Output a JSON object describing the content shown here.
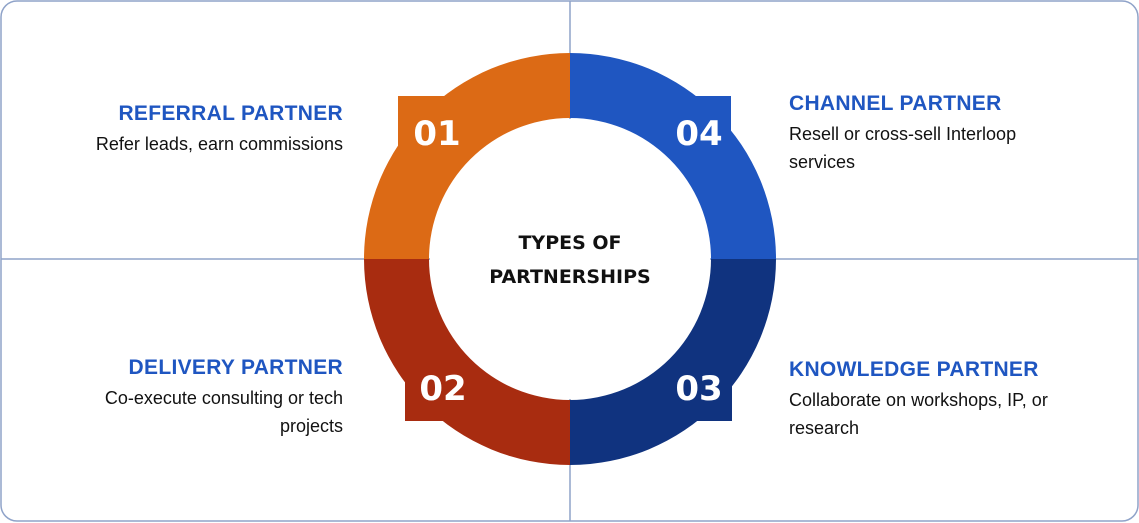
{
  "center_label": [
    "TYPES OF",
    "PARTNERSHIPS"
  ],
  "colors": {
    "referral": "#dc6a15",
    "delivery": "#a82c10",
    "knowledge": "#10337f",
    "channel": "#1f56c1",
    "border": "#8fa3c9",
    "title": "#1f56c1"
  },
  "partners": [
    {
      "number": "01",
      "title": "REFERRAL PARTNER",
      "desc": "Refer leads, earn commissions"
    },
    {
      "number": "02",
      "title": "DELIVERY PARTNER",
      "desc": "Co-execute consulting or tech projects"
    },
    {
      "number": "03",
      "title": "KNOWLEDGE PARTNER",
      "desc": "Collaborate on workshops, IP, or research"
    },
    {
      "number": "04",
      "title": "CHANNEL PARTNER",
      "desc": "Resell or cross-sell Interloop services"
    }
  ]
}
